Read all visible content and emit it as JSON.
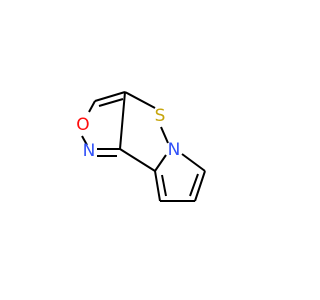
{
  "atoms": [
    {
      "id": "O",
      "label": "O",
      "color": "#ff0d0d"
    },
    {
      "id": "N_isox",
      "label": "N",
      "color": "#3050f8"
    },
    {
      "id": "S",
      "label": "S",
      "color": "#c6a50b"
    },
    {
      "id": "N_pyr",
      "label": "N",
      "color": "#3050f8"
    }
  ],
  "bond_color": "#000000",
  "background": "#ffffff"
}
